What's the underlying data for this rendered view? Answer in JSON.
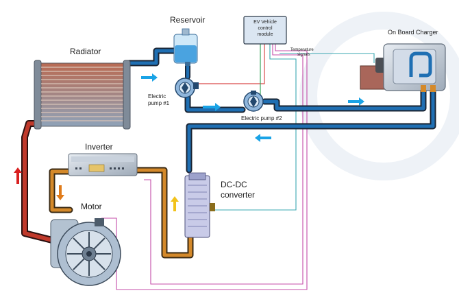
{
  "labels": {
    "reservoir": "Reservoir",
    "radiator": "Radiator",
    "electric_pump_1": [
      "Electric",
      "pump #1"
    ],
    "electric_pump_2": "Electric pump #2",
    "ev_vehicle_control_module": [
      "EV Vehicle",
      "control",
      "module"
    ],
    "temperature_signals": [
      "Temperature",
      "signals"
    ],
    "on_board_charger": "On Board Charger",
    "inverter": "Inverter",
    "motor": "Motor",
    "dc_dc_converter": [
      "DC-DC",
      "converter"
    ]
  },
  "colors": {
    "coolant_cold": "#1f6fb3",
    "coolant_hot": "#c0392b",
    "coolant_warm": "#d4892a",
    "signal_red": "#d94b4b",
    "signal_green": "#35a35a",
    "signal_cyan": "#3aa7b0",
    "signal_magenta": "#c44ca8",
    "flow_arrow_blue": "#1aa3e6",
    "flow_arrow_red": "#d92020",
    "flow_arrow_orange": "#e07b1a",
    "flow_arrow_yellow": "#f2c21b"
  }
}
